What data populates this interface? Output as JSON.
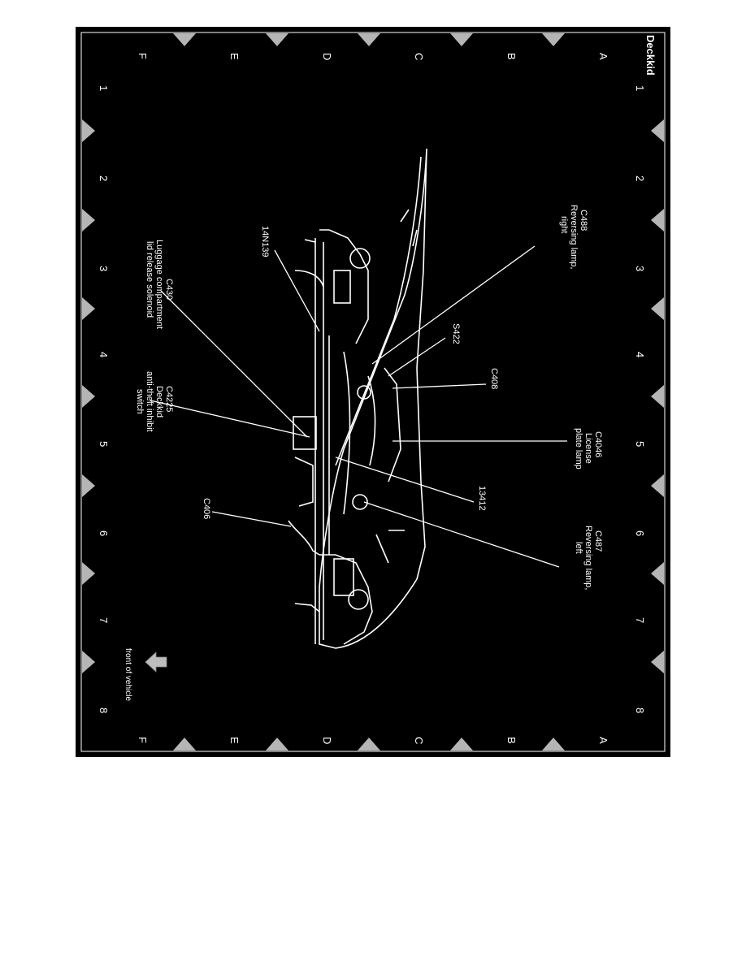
{
  "diagram": {
    "title": "Deckkid",
    "grid": {
      "rows": [
        "A",
        "B",
        "C",
        "D",
        "E",
        "F"
      ],
      "columns": [
        "1",
        "2",
        "3",
        "4",
        "5",
        "6",
        "7",
        "8"
      ]
    },
    "direction": "front of vehicle",
    "callouts": [
      {
        "id": "c488",
        "lines": [
          "C488",
          "Reversing lamp,",
          "right"
        ]
      },
      {
        "id": "s422",
        "lines": [
          "S422"
        ]
      },
      {
        "id": "c408",
        "lines": [
          "C408"
        ]
      },
      {
        "id": "c4046",
        "lines": [
          "C4046",
          "License",
          "plate lamp"
        ]
      },
      {
        "id": "13412",
        "lines": [
          "13412"
        ]
      },
      {
        "id": "c487",
        "lines": [
          "C487",
          "Reversing lamp,",
          "left"
        ]
      },
      {
        "id": "14n139",
        "lines": [
          "14N139"
        ]
      },
      {
        "id": "c430",
        "lines": [
          "C430",
          "Luggage compartment",
          "lid release solenoid"
        ]
      },
      {
        "id": "c4225",
        "lines": [
          "C4225",
          "Deckkid",
          "anti-theft inhibit",
          "switch"
        ]
      },
      {
        "id": "c406",
        "lines": [
          "C406"
        ]
      }
    ]
  }
}
